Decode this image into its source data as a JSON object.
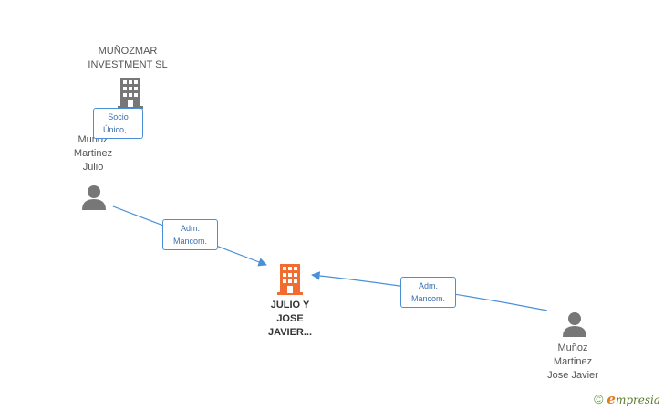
{
  "nodes": {
    "munozmar": {
      "label_line1": "MUÑOZMAR",
      "label_line2": "INVESTMENT SL",
      "icon": "building-icon",
      "color": "#777777"
    },
    "julio": {
      "label_line1": "Muñoz",
      "label_line2": "Martinez",
      "label_line3": "Julio",
      "icon": "person-icon",
      "color": "#777777"
    },
    "main": {
      "label_line1": "JULIO Y",
      "label_line2": "JOSE",
      "label_line3": "JAVIER...",
      "icon": "building-icon",
      "color": "#f26b2f"
    },
    "jose_javier": {
      "label_line1": "Muñoz",
      "label_line2": "Martinez",
      "label_line3": "Jose Javier",
      "icon": "person-icon",
      "color": "#777777"
    }
  },
  "edges": {
    "socio": {
      "line1": "Socio",
      "line2": "Único,..."
    },
    "adm1": {
      "line1": "Adm.",
      "line2": "Mancom."
    },
    "adm2": {
      "line1": "Adm.",
      "line2": "Mancom."
    }
  },
  "footer": {
    "copyright_symbol": "©",
    "brand_e": "e",
    "brand_rest": "mpresia"
  },
  "colors": {
    "edge": "#4a90d9",
    "accent": "#f26b2f"
  }
}
